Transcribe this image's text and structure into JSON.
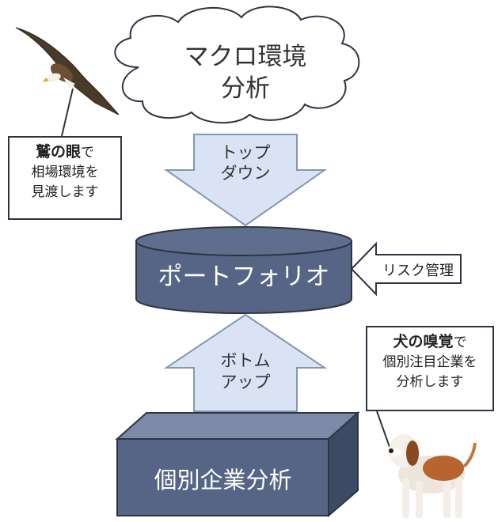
{
  "cloud": {
    "line1": "マクロ環境",
    "line2": "分析"
  },
  "top_arrow": {
    "line1": "トップ",
    "line2": "ダウン"
  },
  "bottom_arrow": {
    "line1": "ボトム",
    "line2": "アップ"
  },
  "portfolio": {
    "label": "ポートフォリオ"
  },
  "risk": {
    "label": "リスク管理"
  },
  "company": {
    "label": "個別企業分析"
  },
  "eagle_callout": {
    "bold": "鷲の眼",
    "suffix": "で",
    "line2": "相場環境を",
    "line3": "見渡します"
  },
  "dog_callout": {
    "bold": "犬の嗅覚",
    "suffix": "で",
    "line2": "個別注目企業を",
    "line3": "分析します"
  },
  "colors": {
    "arrow_fill": "#dae3f3",
    "arrow_stroke": "#8497b0",
    "shape_fill": "#566585",
    "shape_dark": "#3d4a63",
    "shape_light": "#7c8aa8",
    "border": "#2e3542"
  }
}
